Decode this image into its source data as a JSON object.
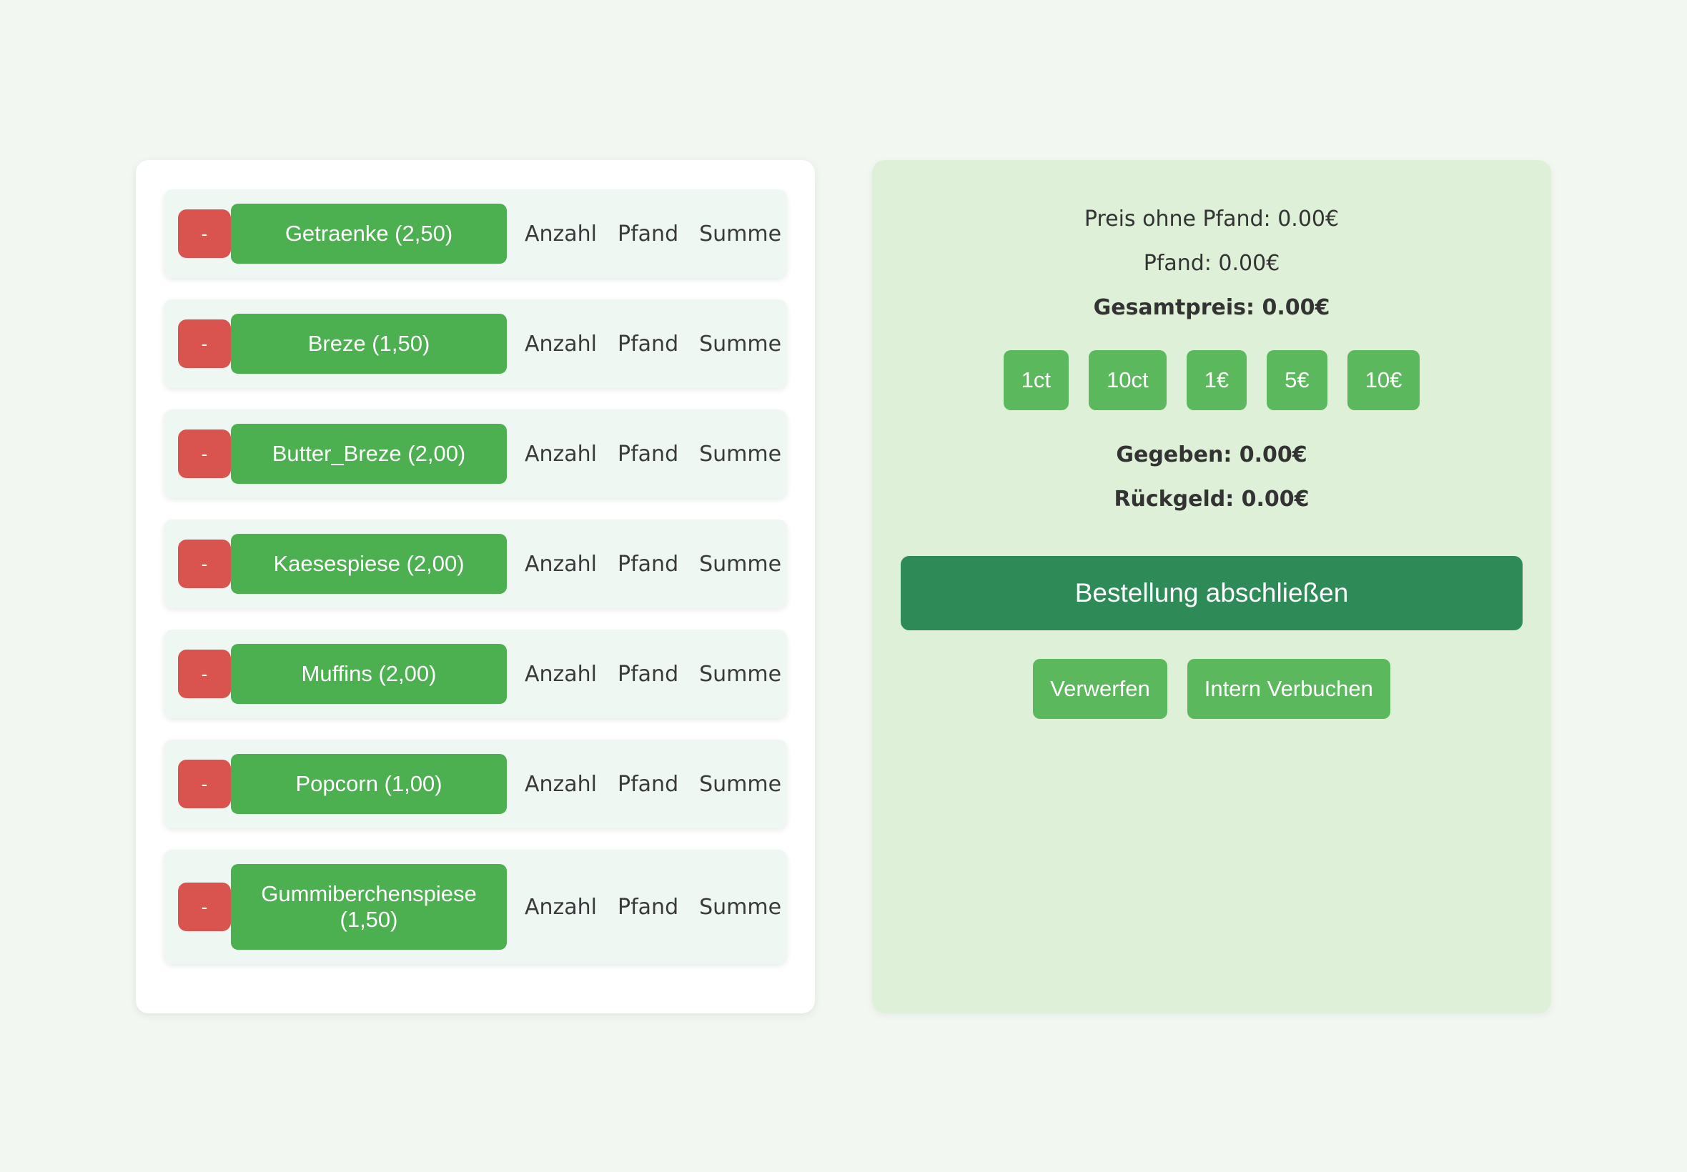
{
  "products": [
    {
      "minus_label": "-",
      "label": "Getraenke (2,50)",
      "anzahl": "Anzahl",
      "pfand": "Pfand",
      "summe": "Summe"
    },
    {
      "minus_label": "-",
      "label": "Breze (1,50)",
      "anzahl": "Anzahl",
      "pfand": "Pfand",
      "summe": "Summe"
    },
    {
      "minus_label": "-",
      "label": "Butter_Breze (2,00)",
      "anzahl": "Anzahl",
      "pfand": "Pfand",
      "summe": "Summe"
    },
    {
      "minus_label": "-",
      "label": "Kaesespiese (2,00)",
      "anzahl": "Anzahl",
      "pfand": "Pfand",
      "summe": "Summe"
    },
    {
      "minus_label": "-",
      "label": "Muffins (2,00)",
      "anzahl": "Anzahl",
      "pfand": "Pfand",
      "summe": "Summe"
    },
    {
      "minus_label": "-",
      "label": "Popcorn (1,00)",
      "anzahl": "Anzahl",
      "pfand": "Pfand",
      "summe": "Summe"
    },
    {
      "minus_label": "-",
      "label": "Gummiberchenspiese (1,50)",
      "anzahl": "Anzahl",
      "pfand": "Pfand",
      "summe": "Summe"
    }
  ],
  "summary": {
    "preis_ohne_pfand": "Preis ohne Pfand: 0.00€",
    "pfand": "Pfand: 0.00€",
    "gesamtpreis": "Gesamtpreis: 0.00€",
    "gegeben": "Gegeben: 0.00€",
    "rueckgeld": "Rückgeld: 0.00€"
  },
  "coins": [
    "1ct",
    "10ct",
    "1€",
    "5€",
    "10€"
  ],
  "actions": {
    "finish_label": "Bestellung abschließen",
    "discard_label": "Verwerfen",
    "internal_label": "Intern Verbuchen"
  },
  "colors": {
    "background": "#f2f8f1",
    "product_button": "#4caf50",
    "minus_button": "#d9534f",
    "finish_button": "#2e8b57",
    "coin_button": "#5cb85c",
    "summary_panel": "#dff0d8"
  }
}
